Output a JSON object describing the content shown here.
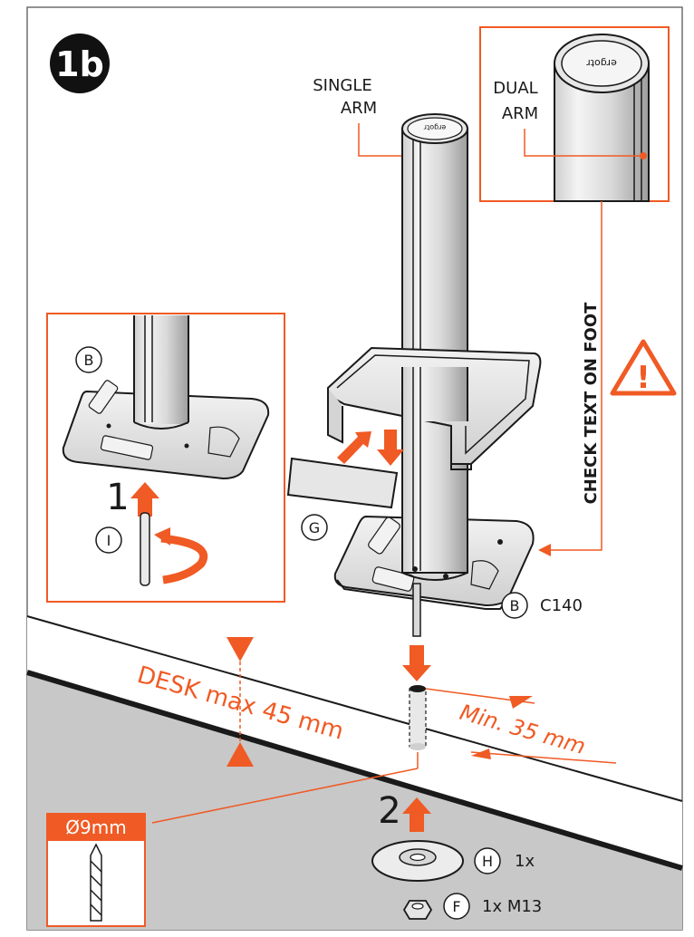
{
  "step_badge": "1b",
  "single_arm_label": [
    "SINGLE",
    "ARM"
  ],
  "dual_arm_label": [
    "DUAL",
    "ARM"
  ],
  "check_text": "CHECK TEXT ON FOOT",
  "warning_symbol": "!",
  "inset_part": "B",
  "inset_step": "1",
  "inset_pin_part": "I",
  "part_g": "G",
  "part_b": "B",
  "part_b_code": "C140",
  "desk_label": "DESK max 45 mm",
  "min_label": "Min. 35 mm",
  "drill_label": "Ø9mm",
  "step2": "2",
  "part_h": "H",
  "part_h_qty": "1x",
  "part_f": "F",
  "part_f_qty": "1x M13",
  "colors": {
    "accent": "#f05a24",
    "ink": "#1a1a1a",
    "desk_grey": "#c8c8c8"
  },
  "icons": [
    "warning-triangle-icon",
    "drill-bit-icon",
    "washer-icon",
    "nut-icon",
    "rotate-arrow-icon"
  ]
}
